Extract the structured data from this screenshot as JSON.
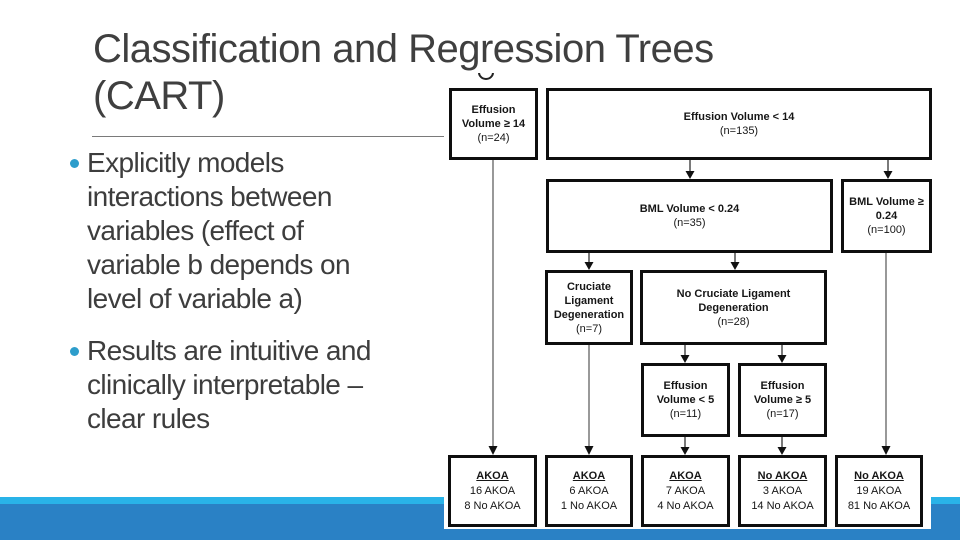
{
  "title": "Classification and Regression Trees\n(CART)",
  "bullets": [
    {
      "text": "Explicitly models\ninteractions between\nvariables (effect of\nvariable b depends on\nlevel of variable a)"
    },
    {
      "text": "Results are intuitive and\nclinically interpretable –\nclear rules"
    }
  ],
  "colors": {
    "bar_light": "#29b3e8",
    "bar_main": "#2a81c5",
    "bullet_dot": "#2d9dcb",
    "title_text": "#3f3f3f",
    "body_text": "#3d3d3d",
    "box_border": "#0e0e0e"
  },
  "tree": {
    "nodes": [
      {
        "label": "Effusion Volume ≥ 14",
        "n": "(n=24)"
      },
      {
        "label": "Effusion Volume < 14",
        "n": "(n=135)"
      },
      {
        "label": "BML Volume < 0.24",
        "n": "(n=35)"
      },
      {
        "label": "BML Volume ≥ 0.24",
        "n": "(n=100)"
      },
      {
        "label": "Cruciate Ligament Degeneration",
        "n": "(n=7)"
      },
      {
        "label": "No Cruciate Ligament Degeneration",
        "n": "(n=28)"
      },
      {
        "label": "Effusion Volume < 5",
        "n": "(n=11)"
      },
      {
        "label": "Effusion Volume ≥ 5",
        "n": "(n=17)"
      }
    ],
    "leaves": [
      {
        "header": "AKOA",
        "line1": "16 AKOA",
        "line2": "8 No AKOA"
      },
      {
        "header": "AKOA",
        "line1": "6 AKOA",
        "line2": "1 No AKOA"
      },
      {
        "header": "AKOA",
        "line1": "7 AKOA",
        "line2": "4 No AKOA"
      },
      {
        "header": "No AKOA",
        "line1": "3 AKOA",
        "line2": "14 No AKOA"
      },
      {
        "header": "No AKOA",
        "line1": "19 AKOA",
        "line2": "81 No AKOA"
      }
    ]
  }
}
